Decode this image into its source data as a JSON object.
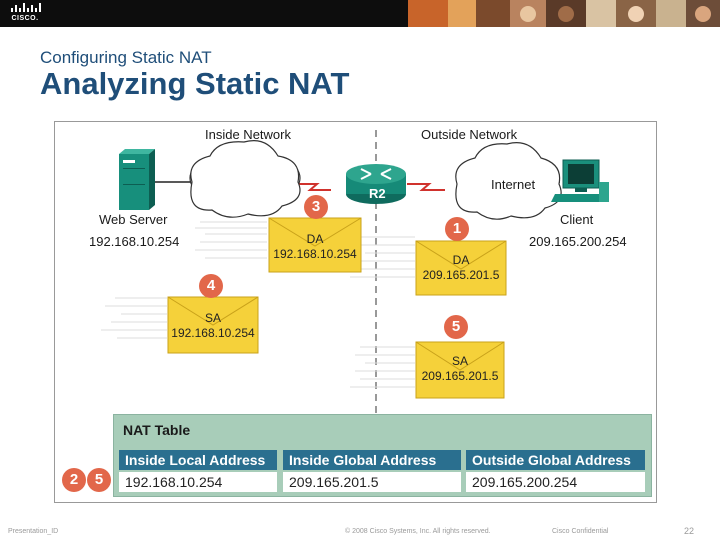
{
  "header": {
    "logo_text": "CISCO.",
    "subtitle": "Configuring Static NAT",
    "title": "Analyzing Static NAT"
  },
  "diagram": {
    "inside_network": "Inside Network",
    "outside_network": "Outside Network",
    "router": "R2",
    "internet": "Internet",
    "web_server": {
      "label": "Web Server",
      "ip": "192.168.10.254"
    },
    "client": {
      "label": "Client",
      "ip": "209.165.200.254"
    },
    "packets": [
      {
        "step": "3",
        "field": "DA",
        "address": "192.168.10.254"
      },
      {
        "step": "1",
        "field": "DA",
        "address": "209.165.201.5"
      },
      {
        "step": "4",
        "field": "SA",
        "address": "192.168.10.254"
      },
      {
        "step": "5",
        "field": "SA",
        "address": "209.165.201.5"
      }
    ],
    "table_steps": [
      "2",
      "5"
    ]
  },
  "nat_table": {
    "title": "NAT Table",
    "headers": [
      "Inside Local Address",
      "Inside Global Address",
      "Outside Global Address"
    ],
    "row": [
      "192.168.10.254",
      "209.165.201.5",
      "209.165.200.254"
    ]
  },
  "footer": {
    "left": "Presentation_ID",
    "center": "© 2008 Cisco Systems, Inc. All rights reserved.",
    "confidential": "Cisco Confidential",
    "page": "22"
  },
  "colors": {
    "title": "#1f4e79",
    "envelope": "#f5d13a",
    "badge": "#e2674a",
    "nat_table_bg": "#a8cdb9",
    "nat_header": "#2a6f8f",
    "server": "#1b8a7a"
  }
}
